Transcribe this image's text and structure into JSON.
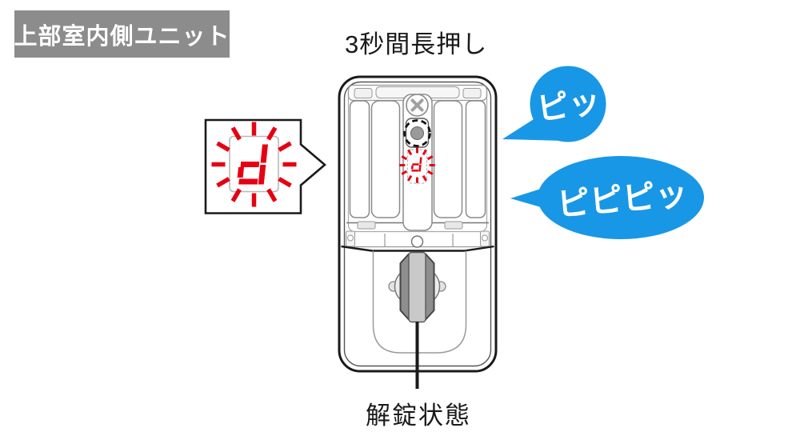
{
  "header": {
    "unit_label": "上部室内側ユニット",
    "instruction": "3秒間長押し"
  },
  "callout": {
    "display_char": "d"
  },
  "device": {
    "display_char": "d"
  },
  "bubbles": {
    "beep1": "ピッ",
    "beep2": "ピピピッ"
  },
  "footer": {
    "state_label": "解錠状態"
  },
  "colors": {
    "bubble_blue": "#1897E6",
    "alert_red": "#E60012",
    "label_gray_bg": "#8C8C8C",
    "line_black": "#1A1A1A"
  }
}
